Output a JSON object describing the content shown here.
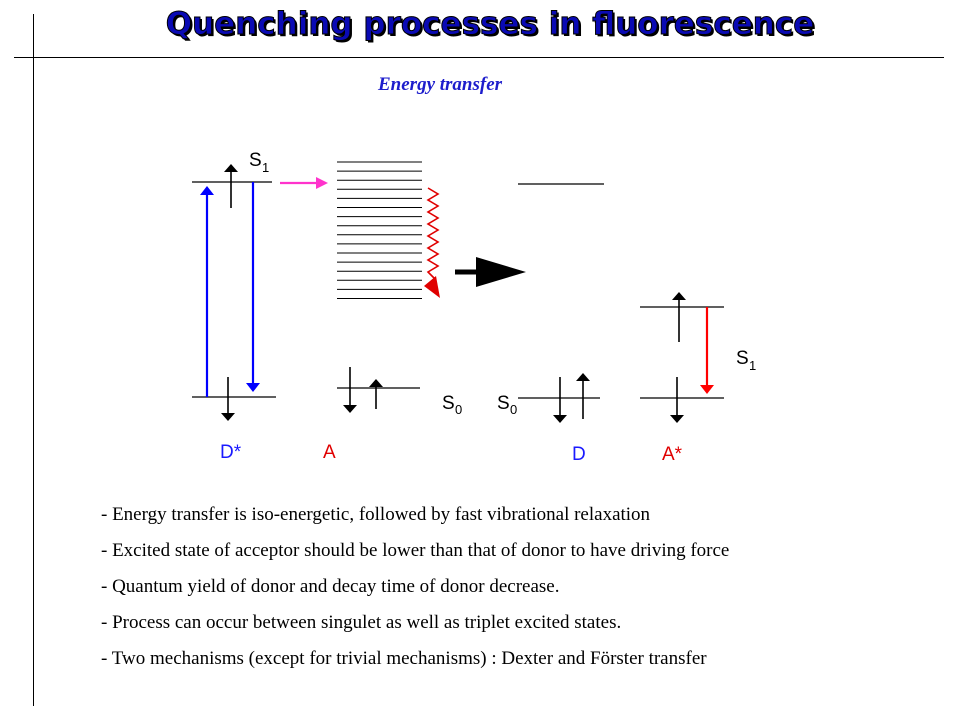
{
  "slide": {
    "title": "Quenching processes in fluorescence",
    "subtitle": "Energy transfer"
  },
  "diagram": {
    "donor_left": {
      "name": "D*",
      "upper_state": "S",
      "upper_sub": "1"
    },
    "acceptor_left": {
      "name": "A",
      "lower_state": "S",
      "lower_sub": "0"
    },
    "donor_right": {
      "name": "D",
      "lower_state": "S",
      "lower_sub": "0"
    },
    "acceptor_right": {
      "name": "A*",
      "upper_state": "S",
      "upper_sub": "1"
    },
    "colors": {
      "donor_label": "#1a1aff",
      "acceptor_label": "#e00000",
      "transfer_arrow": "#ff33cc",
      "excitation_arrow": "#0000ff",
      "relaxation_arrow": "#ff0000"
    }
  },
  "bullets": [
    "- Energy transfer is iso-energetic, followed by fast vibrational relaxation",
    "- Excited state of acceptor should be lower than that of donor to have driving force",
    "- Quantum yield of donor and decay time of donor decrease.",
    "- Process can occur between singulet as well as triplet excited states.",
    "- Two mechanisms (except for trivial mechanisms) : Dexter and Förster transfer"
  ]
}
